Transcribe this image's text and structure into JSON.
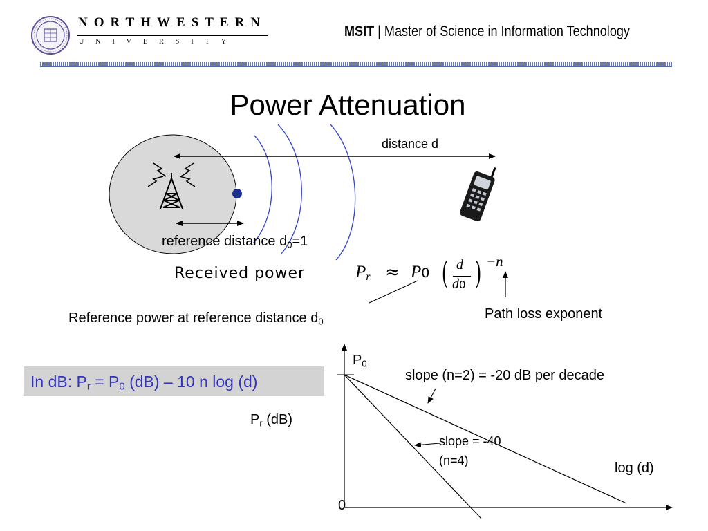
{
  "header": {
    "logo_word": "NORTHWESTERN",
    "logo_sub": "UNIVERSITY",
    "program_abbr": "MSIT",
    "program_sep": "|",
    "program_name": "Master of Science in Information Technology"
  },
  "slide": {
    "title": "Power Attenuation",
    "distance_label": "distance d",
    "ref_distance_label": "reference distance d",
    "ref_distance_sub": "0",
    "ref_distance_eq": "=1",
    "received_power_word": "Received power",
    "eq_pr": "P",
    "eq_pr_sub": "r",
    "eq_approx": "≈",
    "eq_p0": "P",
    "eq_p0_sub": "0",
    "eq_d": "d",
    "eq_d0": "d",
    "eq_d0_sub": "0",
    "eq_exp": "−n",
    "ref_power_label": "Reference power at reference distance d",
    "ref_power_sub": "0",
    "path_loss_label": "Path loss exponent",
    "formula_prefix": "In dB: P",
    "formula_sub_r": "r",
    "formula_mid": " = P",
    "formula_sub_0": "0",
    "formula_suffix": " (dB) – 10 n log (d)",
    "y_axis_label": "P",
    "y_axis_label_sub": "r",
    "y_axis_label_unit": " (dB)",
    "y_top_label": "P",
    "y_top_label_sub": "0",
    "x_axis_label": "log (d)",
    "origin_label": "0",
    "slope2_label": "slope (n=2) = -20 dB per decade",
    "slope4_label_line1": "slope = -40",
    "slope4_label_line2": "(n=4)"
  },
  "colors": {
    "accent_blue": "#3333bb",
    "circle_fill": "#d9d9d9",
    "dot_fill": "#1a2e8c",
    "wave_stroke": "#3344cc",
    "formula_bg": "#d3d3d3"
  }
}
